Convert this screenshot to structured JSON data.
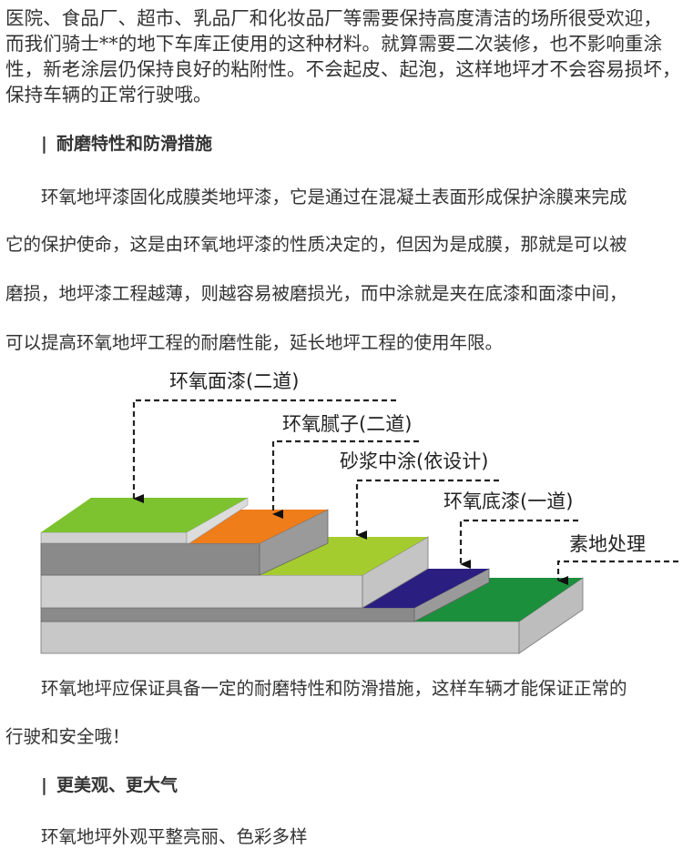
{
  "intro_lines": [
    "医院、食品厂、超市、乳品厂和化妆品厂等需要保持高度清洁的场所很受欢迎，",
    "而我们骑士**的地下车库正使用的这种材料。就算需要二次装修，也不影响重涂",
    "性，新老涂层仍保持良好的粘附性。不会起皮、起泡，这样地坪才不会容易损坏，",
    "保持车辆的正常行驶哦。"
  ],
  "section1": {
    "marker": "|",
    "heading": "耐磨特性和防滑措施",
    "lines": [
      "环氧地坪漆固化成膜类地坪漆，它是通过在混凝土表面形成保护涂膜来完成",
      "它的保护使命，这是由环氧地坪漆的性质决定的，但因为是成膜，那就是可以被",
      "磨损，地坪漆工程越薄，则越容易被磨损光，而中涂就是夹在底漆和面漆中间，",
      "可以提高环氧地坪工程的耐磨性能，延长地坪工程的使用年限。"
    ]
  },
  "diagram": {
    "labels": [
      "环氧面漆(二道)",
      "环氧腻子(二道)",
      "砂浆中涂(依设计)",
      "环氧底漆(一道)",
      "素地处理"
    ],
    "colors": {
      "topcoat": "#7dc22f",
      "putty": "#ef7d1a",
      "mortar": "#a5cc2e",
      "primer": "#2a1e80",
      "substrate": "#1c8f3c",
      "light": "#c8c8c8",
      "dark": "#8a8a8a"
    }
  },
  "section1_after_lines": [
    "环氧地坪应保证具备一定的耐磨特性和防滑措施，这样车辆才能保证正常的",
    "行驶和安全哦！"
  ],
  "section2": {
    "marker": "|",
    "heading": "更美观、更大气",
    "lines": [
      "环氧地坪外观平整亮丽、色彩多样"
    ]
  }
}
